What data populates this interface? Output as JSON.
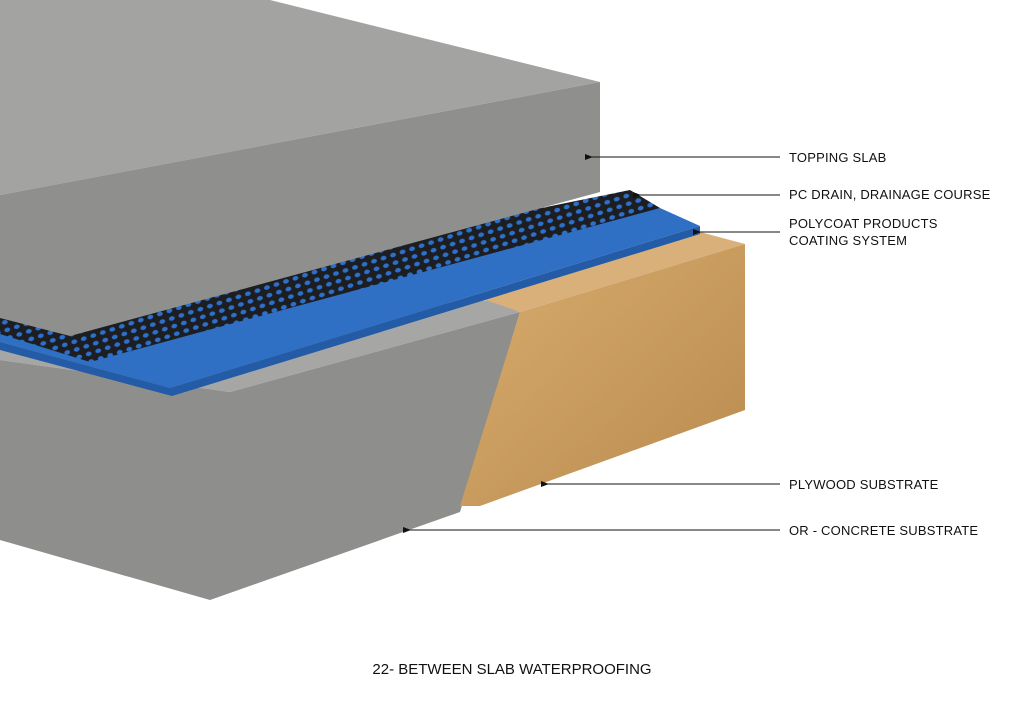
{
  "labels": {
    "topping_slab": "TOPPING SLAB",
    "pc_drain": "PC DRAIN, DRAINAGE COURSE",
    "polycoat_line1": "POLYCOAT PRODUCTS",
    "polycoat_line2": "COATING SYSTEM",
    "plywood": "PLYWOOD SUBSTRATE",
    "concrete": "OR - CONCRETE SUBSTRATE"
  },
  "title": "22- BETWEEN SLAB WATERPROOFING",
  "colors": {
    "concrete_top": "#a3a3a1",
    "concrete_front": "#8f8f8d",
    "drain": "#1c1e22",
    "membrane": "#2f6fc4",
    "plywood": "#c99a5c"
  }
}
